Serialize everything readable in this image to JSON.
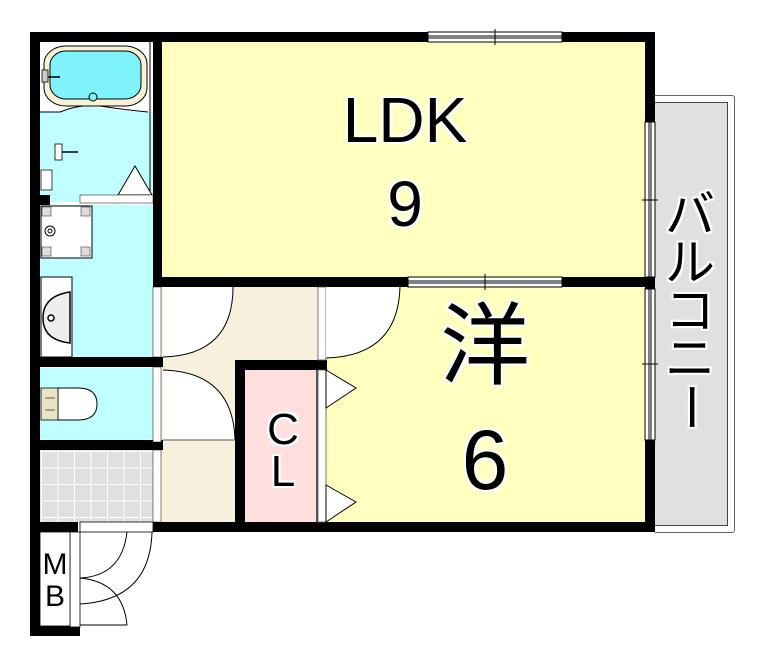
{
  "floor_plan": {
    "colors": {
      "living_room_fill": "#FFFFC0",
      "wet_area_fill": "#C0FFFF",
      "hall_fill": "#F7F0DC",
      "closet_fill": "#FFDEDE",
      "balcony_fill": "#E0E0E0",
      "entrance_tile_fill": "#E0E0E0",
      "wall": "#000000"
    },
    "rooms": {
      "ldk": {
        "name": "LDK",
        "size": "9"
      },
      "western_room": {
        "name": "洋",
        "size": "6"
      },
      "closet": {
        "line1": "C",
        "line2": "L"
      },
      "balcony": {
        "name": "バルコニー",
        "chars": [
          "バ",
          "ル",
          "コ",
          "ニ",
          "ー"
        ]
      },
      "meter_box": {
        "line1": "M",
        "line2": "B"
      }
    },
    "fixtures": [
      "bathtub",
      "shower-faucet",
      "washing-machine-pan",
      "washbasin",
      "toilet",
      "entrance-door",
      "closet-folding-doors"
    ]
  }
}
